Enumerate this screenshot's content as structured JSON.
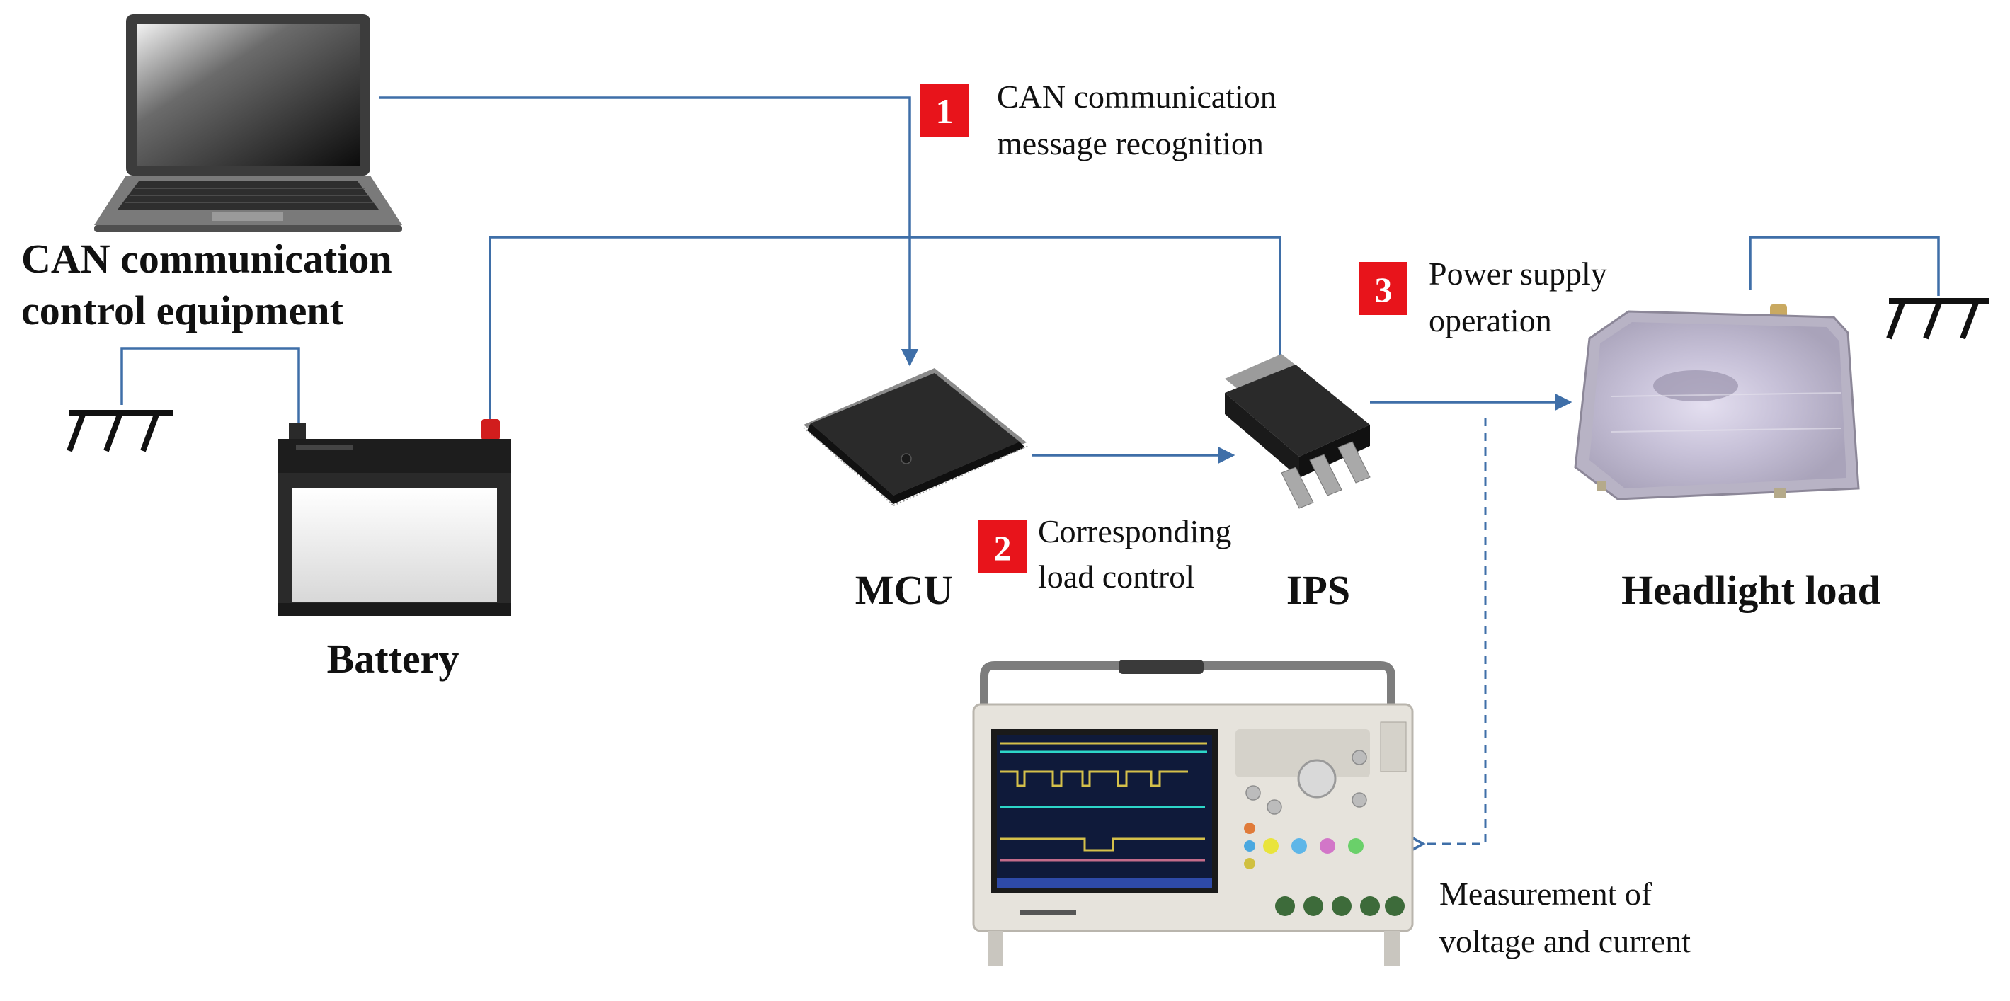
{
  "labels": {
    "can_equipment_line1": "CAN communication",
    "can_equipment_line2": "control equipment",
    "battery": "Battery",
    "mcu": "MCU",
    "ips": "IPS",
    "headlight": "Headlight load"
  },
  "steps": [
    {
      "number": "1",
      "line1": "CAN communication",
      "line2": "message recognition"
    },
    {
      "number": "2",
      "line1": "Corresponding",
      "line2": "load control"
    },
    {
      "number": "3",
      "line1": "Power supply",
      "line2": "operation"
    }
  ],
  "measurement": {
    "line1": "Measurement of",
    "line2": "voltage and current"
  },
  "colors": {
    "wire": "#3f6fa8",
    "step_badge": "#e8141b",
    "battery_positive": "#d11d1d",
    "chip": "#2a2a2a"
  },
  "icons": {
    "laptop": "laptop-icon",
    "battery": "battery-icon",
    "ground": "ground-symbol-icon",
    "mcu": "mcu-chip-icon",
    "ips": "ips-transistor-icon",
    "headlight": "headlight-icon",
    "oscilloscope": "oscilloscope-icon"
  }
}
